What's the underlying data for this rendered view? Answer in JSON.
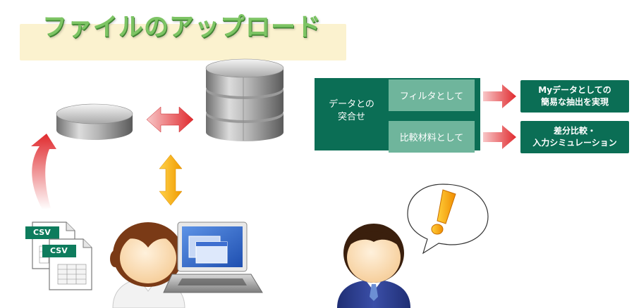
{
  "title": "ファイルのアップロード",
  "panel": {
    "label_line1": "データとの",
    "label_line2": "突合せ",
    "use1": "フィルタとして",
    "use2": "比較材料として"
  },
  "results": {
    "r1_line1": "Myデータとしての",
    "r1_line2": "簡易な抽出を実現",
    "r2_line1": "差分比較・",
    "r2_line2": "入力シミュレーション"
  },
  "files": {
    "csv_label": "CSV"
  },
  "colors": {
    "panel": "#0b6e55",
    "panel_item": "#6fb59c",
    "title_band": "#fbf2cf",
    "title_text": "#7dc464",
    "arrow_red": "#e8373a",
    "arrow_yellow": "#f5b800"
  }
}
